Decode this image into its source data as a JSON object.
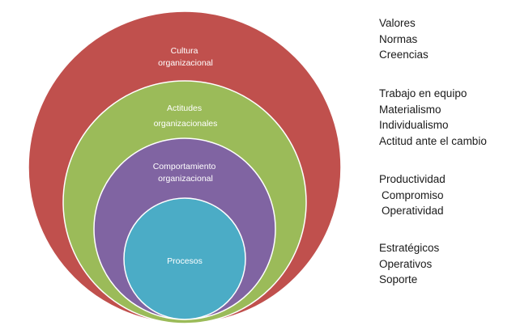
{
  "diagram": {
    "layers": [
      {
        "name": "cultura",
        "label_lines": [
          "Cultura",
          "organizacional"
        ],
        "color": "#c0504d"
      },
      {
        "name": "actitudes",
        "label_lines": [
          "Actitudes",
          "organizacionales"
        ],
        "color": "#9bbb59"
      },
      {
        "name": "comportamiento",
        "label_lines": [
          "Comportamiento",
          "organizacional"
        ],
        "color": "#8064a2"
      },
      {
        "name": "procesos",
        "label_lines": [
          "Procesos"
        ],
        "color": "#4bacc6"
      }
    ],
    "outline_color": "#ffffff"
  },
  "groups": [
    {
      "items": [
        "Valores",
        "Normas",
        "Creencias"
      ]
    },
    {
      "items": [
        "Trabajo en equipo",
        "Materialismo",
        "Individualismo",
        "Actitud ante el cambio"
      ]
    },
    {
      "items": [
        "Productividad",
        "Compromiso",
        "Operatividad"
      ]
    },
    {
      "items": [
        "Estratégicos",
        "Operativos",
        "Soporte"
      ]
    }
  ]
}
